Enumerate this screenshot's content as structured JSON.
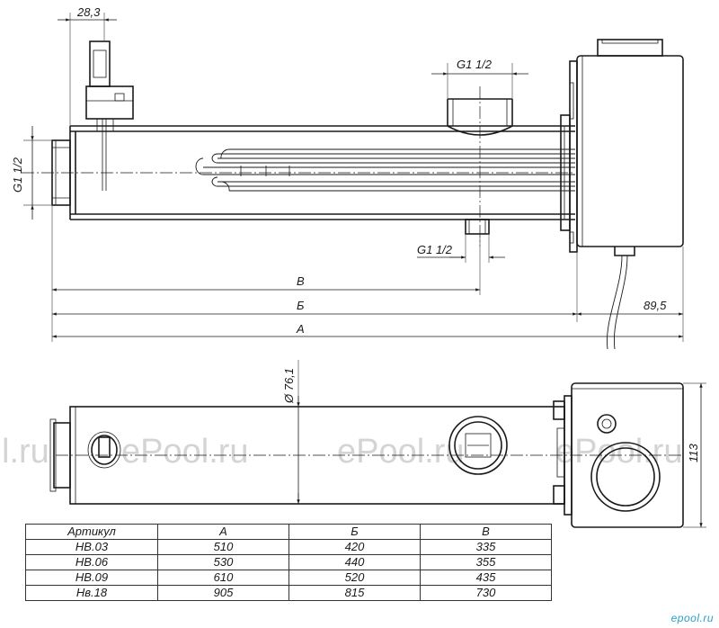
{
  "dimensions": {
    "top_width": "28,3",
    "inlet_thread": "G1 1/2",
    "left_thread": "G1 1/2",
    "bottom_thread": "G1 1/2",
    "label_v": "В",
    "label_b": "Б",
    "label_a": "А",
    "box_length": "89,5",
    "diameter": "Ø 76,1",
    "box_height": "113"
  },
  "watermark": [
    "l.ru",
    "ePool.ru",
    "ePool.ru",
    "ePool.ru"
  ],
  "table": {
    "headers": [
      "Артикул",
      "А",
      "Б",
      "В"
    ],
    "rows": [
      [
        "НВ.03",
        "510",
        "420",
        "335"
      ],
      [
        "НВ.06",
        "530",
        "440",
        "355"
      ],
      [
        "НВ.09",
        "610",
        "520",
        "435"
      ],
      [
        "Нв.18",
        "905",
        "815",
        "730"
      ]
    ]
  },
  "logo": "epool.ru",
  "colors": {
    "line": "#1a1a1a",
    "watermark": "#d4d4d4",
    "logo": "#2aa0c8"
  }
}
